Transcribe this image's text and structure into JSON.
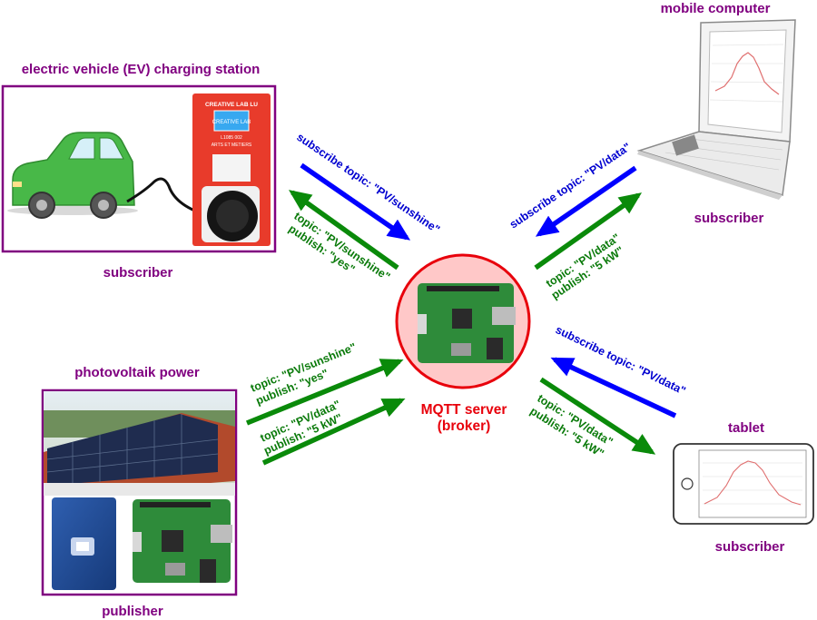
{
  "ev": {
    "title": "electric vehicle (EV) charging station",
    "role": "subscriber",
    "station_brand": "CREATIVE LAB LU",
    "station_screen": "CREATIVE LAB",
    "station_sub1": "L1085 002",
    "station_sub2": "ARTS ET METIERS"
  },
  "mobile": {
    "title": "mobile computer",
    "role": "subscriber"
  },
  "pv": {
    "title": "photovoltaik power",
    "role": "publisher"
  },
  "tablet": {
    "title": "tablet",
    "role": "subscriber"
  },
  "broker": {
    "line1": "MQTT server",
    "line2": "(broker)"
  },
  "messages": {
    "ev_sub": "subscribe topic: \"PV/sunshine\"",
    "ev_pub_topic": "topic:     \"PV/sunshine\"",
    "ev_pub_payload": "publish: \"yes\"",
    "mobile_sub": "subscribe topic: \"PV/data\"",
    "mobile_pub_topic": "topic:     \"PV/data\"",
    "mobile_pub_payload": "publish: \"5 kW\"",
    "pv1_topic": "topic:     \"PV/sunshine\"",
    "pv1_payload": "publish: \"yes\"",
    "pv2_topic": "topic:     \"PV/data\"",
    "pv2_payload": "publish: \"5 kW\"",
    "tablet_sub": "subscribe topic: \"PV/data\"",
    "tablet_pub_topic": "topic:     \"PV/data\"",
    "tablet_pub_payload": "publish: \"5 kW\""
  },
  "colors": {
    "purple": "#800080",
    "subscribe_arrow": "#0000ff",
    "publish_arrow": "#0a8a0a",
    "broker_ring": "#e8000b",
    "broker_fill": "#ffc8c8"
  }
}
